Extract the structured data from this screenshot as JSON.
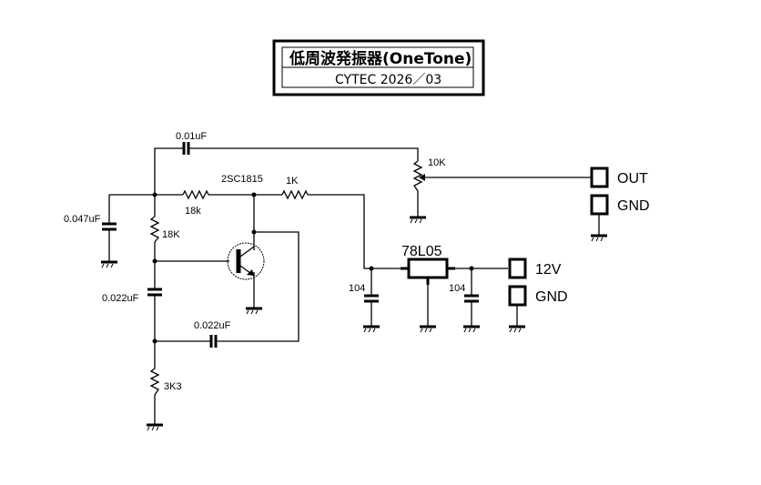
{
  "title_block": {
    "title": "低周波発振器(OneTone)",
    "subtitle": "CYTEC  2026／03"
  },
  "components": {
    "c_feedback": {
      "type": "capacitor",
      "label": "0.01uF"
    },
    "c_input": {
      "type": "capacitor",
      "label": "0.047uF"
    },
    "r_bias_top": {
      "type": "resistor",
      "label": "18K"
    },
    "r_series": {
      "type": "resistor",
      "label": "18k"
    },
    "transistor": {
      "type": "npn-transistor",
      "label": "2SC1815"
    },
    "r_collector": {
      "type": "resistor",
      "label": "1K"
    },
    "c_phase1": {
      "type": "capacitor",
      "label": "0.022uF"
    },
    "c_phase2": {
      "type": "capacitor",
      "label": "0.022uF"
    },
    "r_bottom": {
      "type": "resistor",
      "label": "3K3"
    },
    "potentiometer": {
      "type": "potentiometer",
      "label": "10K"
    },
    "regulator": {
      "type": "voltage-regulator",
      "label": "78L05"
    },
    "c_reg_in": {
      "type": "capacitor",
      "label": "104"
    },
    "c_reg_out": {
      "type": "capacitor",
      "label": "104"
    }
  },
  "terminals": {
    "out": {
      "label": "OUT"
    },
    "out_gnd": {
      "label": "GND"
    },
    "power": {
      "label": "12V"
    },
    "power_gnd": {
      "label": "GND"
    }
  }
}
